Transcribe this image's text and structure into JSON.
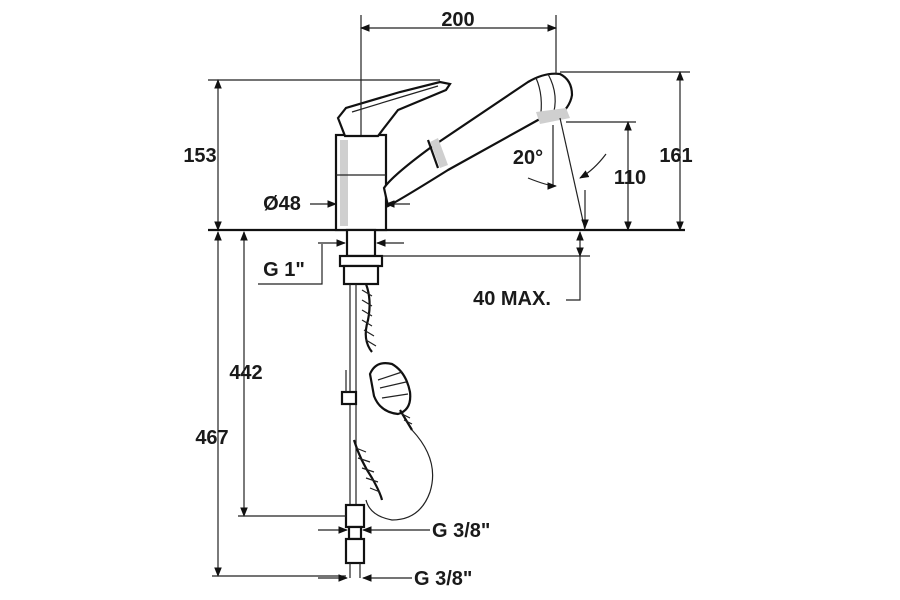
{
  "dimensions": {
    "spout_reach": "200",
    "height_to_lever": "153",
    "total_height": "161",
    "outlet_height": "110",
    "swivel_angle": "20°",
    "base_diameter": "Ø48",
    "connection_top": "G 1\"",
    "max_thickness": "40 MAX.",
    "hose_length_short": "442",
    "hose_length_long": "467",
    "connection_hose_1": "G 3/8\"",
    "connection_hose_2": "G 3/8\""
  },
  "colors": {
    "line": "#111111",
    "shade": "#cfcfcf",
    "background": "#ffffff"
  }
}
